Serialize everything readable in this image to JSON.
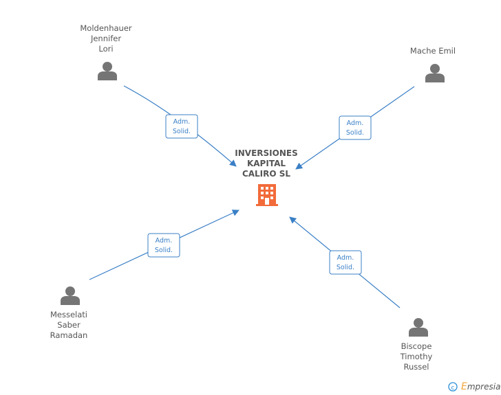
{
  "company": {
    "name_lines": [
      "INVERSIONES",
      "KAPITAL",
      "CALIRO SL"
    ],
    "icon": "building-icon",
    "color": "#f26b3a"
  },
  "persons": [
    {
      "id": "moldenhauer",
      "name_lines": [
        "Moldenhauer",
        "Jennifer",
        "Lori"
      ],
      "icon": "person-icon",
      "role_lines": [
        "Adm.",
        "Solid."
      ]
    },
    {
      "id": "mache",
      "name_lines": [
        "Mache Emil"
      ],
      "icon": "person-icon",
      "role_lines": [
        "Adm.",
        "Solid."
      ]
    },
    {
      "id": "messelati",
      "name_lines": [
        "Messelati",
        "Saber",
        "Ramadan"
      ],
      "icon": "person-icon",
      "role_lines": [
        "Adm.",
        "Solid."
      ]
    },
    {
      "id": "biscope",
      "name_lines": [
        "Biscope",
        "Timothy",
        "Russel"
      ],
      "icon": "person-icon",
      "role_lines": [
        "Adm.",
        "Solid."
      ]
    }
  ],
  "colors": {
    "edge": "#3a7fc6",
    "person_icon": "#757575",
    "label_text": "#555555"
  },
  "footer": {
    "copyright_symbol": "©",
    "brand_initial": "E",
    "brand_rest": "mpresia",
    "brand_color": "#f0a63a"
  }
}
